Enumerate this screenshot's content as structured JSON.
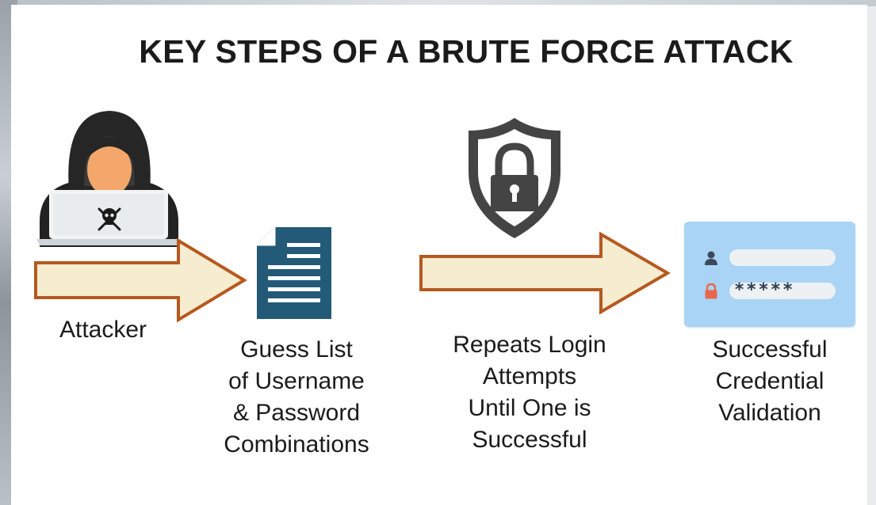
{
  "title": "KEY STEPS OF A BRUTE FORCE ATTACK",
  "steps": [
    {
      "lines": [
        "Attacker"
      ],
      "icon": "hooded-hacker-with-laptop-icon"
    },
    {
      "lines": [
        "Guess List",
        "of Username",
        "& Password",
        "Combinations"
      ],
      "icon": "document-icon"
    },
    {
      "lines": [
        "Repeats Login",
        "Attempts",
        "Until One is",
        "Successful"
      ],
      "icon": "shield-lock-icon"
    },
    {
      "lines": [
        "Successful",
        "Credential",
        "Validation"
      ],
      "icon": "login-form-icon"
    }
  ],
  "login_form": {
    "password_mask": "*****"
  },
  "colors": {
    "arrow_fill": "#f6ecd0",
    "arrow_stroke": "#b5591f",
    "document": "#225a78",
    "shield": "#444444",
    "form_panel": "#a9d4f5",
    "lock_icon": "#e8674d",
    "hoodie": "#222222",
    "face": "#f3a76a"
  }
}
